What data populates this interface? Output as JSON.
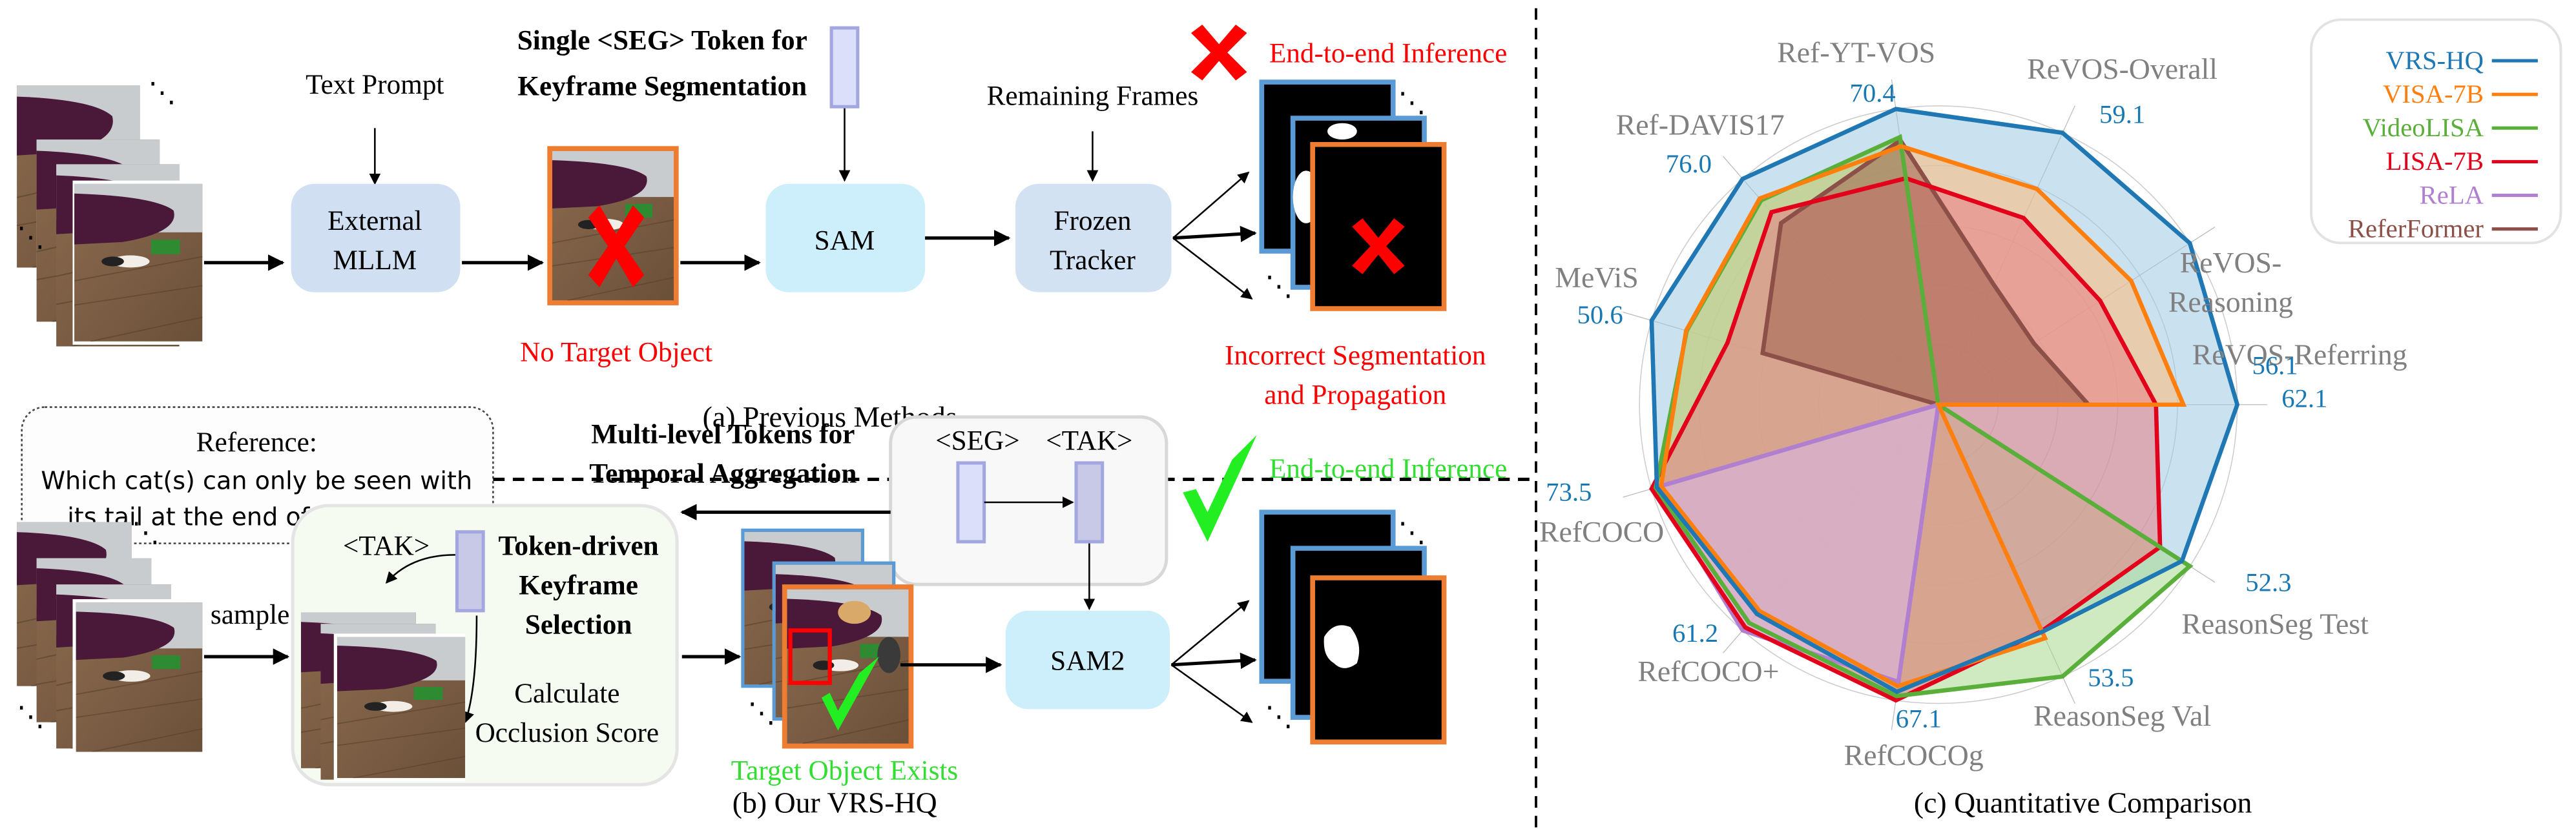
{
  "panel_a": {
    "caption": "(a) Previous Methods",
    "text_prompt": "Text Prompt",
    "external_mllm": [
      "External",
      "MLLM"
    ],
    "seg_token_title": [
      "Single <SEG> Token for",
      "Keyframe Segmentation"
    ],
    "no_target": "No Target Object",
    "sam": "SAM",
    "remaining_frames": "Remaining Frames",
    "frozen_tracker": [
      "Frozen",
      "Tracker"
    ],
    "incorrect": [
      "Incorrect Segmentation",
      "and Propagation"
    ],
    "end_to_end": "End-to-end Inference"
  },
  "reference": {
    "title": "Reference:",
    "lines": [
      "Which cat(s) can only be seen with",
      "its tail at the end of the video?"
    ]
  },
  "panel_b": {
    "caption": "(b) Our VRS-HQ",
    "sample": "sample",
    "tak_label": "<TAK>",
    "token_driven": [
      "Token-driven",
      "Keyframe",
      "Selection"
    ],
    "occlusion": [
      "Calculate",
      "Occlusion Score"
    ],
    "multilevel": [
      "Multi-level Tokens for",
      "Temporal Aggregation"
    ],
    "seg_token": "<SEG>",
    "tak_token": "<TAK>",
    "end_to_end": "End-to-end Inference",
    "target_exists": "Target Object Exists",
    "sam2": "SAM2"
  },
  "colors": {
    "mllm_box": "#d0e0f2",
    "sam_box": "#cdeefb",
    "tracker_box": "#d3e2f3",
    "green_box": "#f5fbf1",
    "token_light": "#dcdffa",
    "token_dark": "#c8c9e6",
    "token_border": "#a3a7e0",
    "orange_frame": "#ee7d31",
    "blue_frame": "#5b9bd5",
    "error_red": "#ff0000",
    "ok_green": "#22ee22"
  },
  "chart_data": {
    "type": "radar",
    "title": "(c) Quantitative Comparison",
    "axes": [
      "ReVOS-Referring",
      "ReVOS-Reasoning",
      "ReVOS-Overall",
      "Ref-YT-VOS",
      "Ref-DAVIS17",
      "MeViS",
      "RefCOCO",
      "RefCOCO+",
      "RefCOCOg",
      "ReasonSeg Val",
      "ReasonSeg Test"
    ],
    "axis_label_lines": [
      [
        "ReVOS-Referring"
      ],
      [
        "ReVOS-",
        "Reasoning"
      ],
      [
        "ReVOS-Overall"
      ],
      [
        "Ref-YT-VOS"
      ],
      [
        "Ref-DAVIS17"
      ],
      [
        "MeViS"
      ],
      [
        "RefCOCO"
      ],
      [
        "RefCOCO+"
      ],
      [
        "RefCOCOg"
      ],
      [
        "ReasonSeg Val"
      ],
      [
        "ReasonSeg Test"
      ]
    ],
    "highlight_values": [
      "62.1",
      "56.1",
      "59.1",
      "70.4",
      "76.0",
      "50.6",
      "73.5",
      "61.2",
      "67.1",
      "53.5",
      "52.3"
    ],
    "normalization": "each axis scaled to its maximum value across series; 0 = center",
    "grid_rings": 5,
    "legend_position": "top-right",
    "series": [
      {
        "name": "VRS-HQ",
        "color": "#1f77b4",
        "fill": "#9ecae1",
        "values": [
          62.1,
          56.1,
          59.1,
          70.4,
          76.0,
          50.6,
          73.5,
          61.2,
          67.1,
          53.5,
          52.3
        ]
      },
      {
        "name": "VISA-7B",
        "color": "#ff7f0e",
        "fill": "#ffbb78",
        "values": [
          50.9,
          43.0,
          46.9,
          61.5,
          69.4,
          44.5,
          72.4,
          60.3,
          65.8,
          55.0,
          0
        ]
      },
      {
        "name": "VideoLISA",
        "color": "#5aaf3a",
        "fill": "#a8d88e",
        "values": [
          0,
          0,
          0,
          63.7,
          68.8,
          44.4,
          73.8,
          63.8,
          68.1,
          64.0,
          54.0
        ]
      },
      {
        "name": "LISA-7B",
        "color": "#e3001b",
        "fill": "#e87d85",
        "values": [
          45.2,
          36.1,
          40.6,
          53.9,
          64.8,
          37.2,
          74.9,
          65.1,
          69.1,
          53.3,
          47.6
        ]
      },
      {
        "name": "ReLA",
        "color": "#b07fd0",
        "fill": "#d9b8ec",
        "values": [
          0,
          0,
          0,
          0,
          0,
          0,
          73.8,
          66.0,
          64.8,
          0,
          0
        ]
      },
      {
        "name": "ReferFormer",
        "color": "#8c5048",
        "fill": "#a0624f",
        "values": [
          31.2,
          21.3,
          26.2,
          62.9,
          61.1,
          31.0,
          0,
          0,
          0,
          0,
          0
        ]
      }
    ]
  }
}
